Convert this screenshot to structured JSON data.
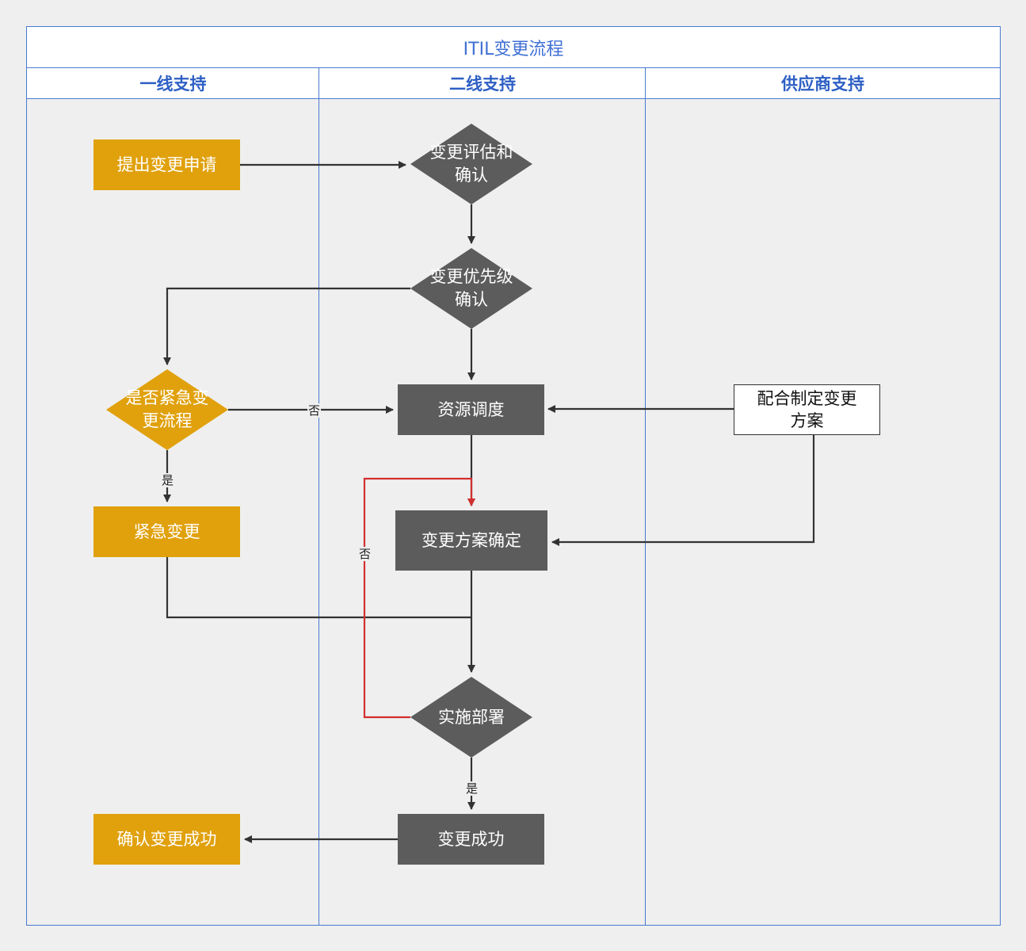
{
  "diagram": {
    "title": "ITIL变更流程",
    "lanes": [
      "一线支持",
      "二线支持",
      "供应商支持"
    ],
    "nodes": {
      "submit": "提出变更申请",
      "assess": "变更评估和\n确认",
      "priority": "变更优先级\n确认",
      "urgent_check": "是否紧急变\n更流程",
      "resource": "资源调度",
      "vendor_plan": "配合制定变更\n方案",
      "emergency": "紧急变更",
      "plan_confirm": "变更方案确定",
      "deploy": "实施部署",
      "success": "变更成功",
      "confirm_success": "确认变更成功"
    },
    "edge_labels": {
      "urgent_no": "否",
      "urgent_yes": "是",
      "deploy_no": "否",
      "deploy_yes": "是"
    },
    "colors": {
      "lane_border": "#4a7ad0",
      "title_text": "#3f6fd4",
      "lane_header_text": "#2d5fc4",
      "first_line_node": "#e0a10d",
      "second_line_node": "#5c5c5c",
      "vendor_node": "#ffffff",
      "connector": "#333333",
      "retry_connector": "#d32f2f",
      "background": "#efefef"
    }
  }
}
